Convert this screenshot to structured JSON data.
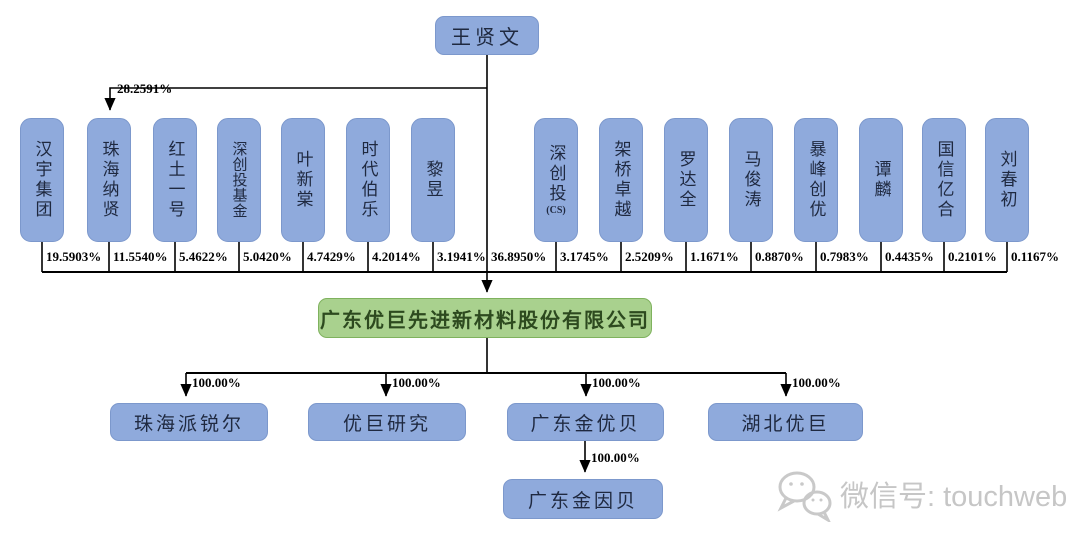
{
  "chart": {
    "controller": {
      "name": "王贤文",
      "direct_company_pct": "36.8950%",
      "naxian_pct": "28.2591%"
    },
    "company": {
      "name": "广东优巨先进新材料股份有限公司"
    },
    "shareholders": [
      {
        "name": "汉宇集团",
        "pct": "19.5903%"
      },
      {
        "name": "珠海纳贤",
        "pct": "11.5540%"
      },
      {
        "name": "红土一号",
        "pct": "5.4622%"
      },
      {
        "name": "深创投基金",
        "pct": "5.0420%"
      },
      {
        "name": "叶新棠",
        "pct": "4.7429%"
      },
      {
        "name": "时代伯乐",
        "pct": "4.2014%"
      },
      {
        "name": "黎昱",
        "pct": "3.1941%"
      },
      {
        "name": "深创投",
        "sub": "(CS)",
        "pct": "3.1745%"
      },
      {
        "name": "架桥卓越",
        "pct": "2.5209%"
      },
      {
        "name": "罗达全",
        "pct": "1.1671%"
      },
      {
        "name": "马俊涛",
        "pct": "0.8870%"
      },
      {
        "name": "暴峰创优",
        "pct": "0.7983%"
      },
      {
        "name": "谭麟",
        "pct": "0.4435%"
      },
      {
        "name": "国信亿合",
        "pct": "0.2101%"
      },
      {
        "name": "刘春初",
        "pct": "0.1167%"
      }
    ],
    "subsidiaries": [
      {
        "name": "珠海派锐尔",
        "pct": "100.00%"
      },
      {
        "name": "优巨研究",
        "pct": "100.00%"
      },
      {
        "name": "广东金优贝",
        "pct": "100.00%"
      },
      {
        "name": "湖北优巨",
        "pct": "100.00%"
      }
    ],
    "grandchild": {
      "name": "广东金因贝",
      "pct": "100.00%",
      "parent": "广东金优贝"
    }
  },
  "watermark": {
    "icon": "wechat-icon",
    "text": "微信号: touchweb"
  },
  "colors": {
    "node_fill": "#8FAADC",
    "node_border": "#7C98CC",
    "company_fill": "#A9D18E",
    "company_border": "#7FB25E",
    "line": "#000000",
    "watermark": "#C6C6C6"
  }
}
